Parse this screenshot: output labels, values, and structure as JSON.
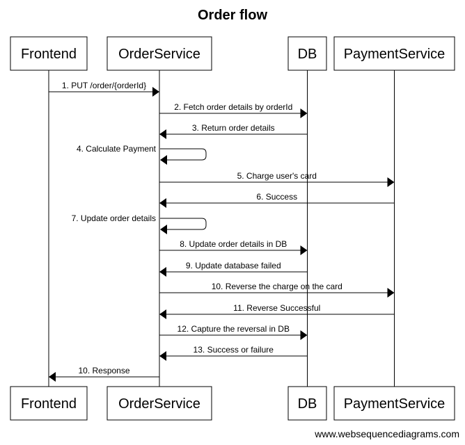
{
  "title": "Order flow",
  "actors": [
    {
      "id": "frontend",
      "label": "Frontend"
    },
    {
      "id": "orderservice",
      "label": "OrderService"
    },
    {
      "id": "db",
      "label": "DB"
    },
    {
      "id": "paymentservice",
      "label": "PaymentService"
    }
  ],
  "messages": [
    {
      "from": "frontend",
      "to": "orderservice",
      "label": "1. PUT /order/{orderId}"
    },
    {
      "from": "orderservice",
      "to": "db",
      "label": "2. Fetch order details by orderId"
    },
    {
      "from": "db",
      "to": "orderservice",
      "label": "3. Return order details"
    },
    {
      "from": "orderservice",
      "to": "orderservice",
      "label": "4. Calculate Payment"
    },
    {
      "from": "orderservice",
      "to": "paymentservice",
      "label": "5. Charge user's card"
    },
    {
      "from": "paymentservice",
      "to": "orderservice",
      "label": "6. Success"
    },
    {
      "from": "orderservice",
      "to": "orderservice",
      "label": "7. Update order details"
    },
    {
      "from": "orderservice",
      "to": "db",
      "label": "8. Update order details in DB"
    },
    {
      "from": "db",
      "to": "orderservice",
      "label": "9. Update database failed"
    },
    {
      "from": "orderservice",
      "to": "paymentservice",
      "label": "10. Reverse the charge on the card"
    },
    {
      "from": "paymentservice",
      "to": "orderservice",
      "label": "11. Reverse Successful"
    },
    {
      "from": "orderservice",
      "to": "db",
      "label": "12. Capture the reversal in DB"
    },
    {
      "from": "db",
      "to": "orderservice",
      "label": "13. Success or failure"
    },
    {
      "from": "orderservice",
      "to": "frontend",
      "label": "10. Response"
    }
  ],
  "watermark": "www.websequencediagrams.com"
}
